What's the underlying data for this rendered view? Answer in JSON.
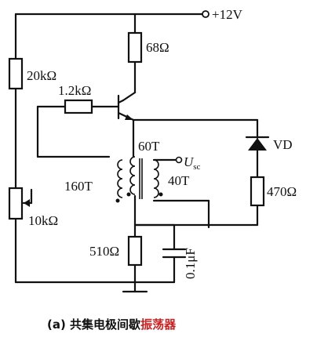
{
  "labels": {
    "supply": "+12V",
    "r_collector": "68Ω",
    "r_top_divider": "20kΩ",
    "r_base": "1.2kΩ",
    "turns_primary_top": "60T",
    "output_voltage_main": "U",
    "output_voltage_sub": "sc",
    "turns_primary_bottom": "160T",
    "turns_secondary": "40T",
    "diode": "VD",
    "r_diode": "470Ω",
    "pot": "10kΩ",
    "r_emitter": "510Ω",
    "capacitor": "0.1μF"
  },
  "caption": {
    "prefix": "(a) 共集电极间歇",
    "highlight": "振荡器"
  },
  "colors": {
    "wire": "#111111",
    "caption_highlight": "#d21f1f"
  }
}
